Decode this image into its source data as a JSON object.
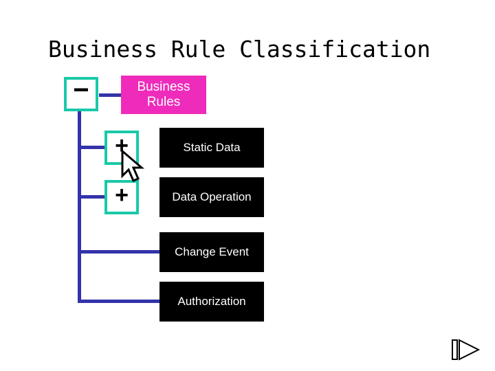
{
  "slide": {
    "title": "Business Rule Classification",
    "background_color": "#ffffff"
  },
  "colors": {
    "root_box": "#ee2bbb",
    "child_box": "#000000",
    "connector": "#3333aa",
    "toggle_border": "#19c9a8",
    "text_on_box": "#ffffff",
    "title_text": "#000000"
  },
  "tree": {
    "root": {
      "label": "Business Rules",
      "toggle": "−",
      "toggle_state": "expanded"
    },
    "children": [
      {
        "label": "Static Data",
        "toggle": "+",
        "toggle_state": "collapsed"
      },
      {
        "label": "Data Operation",
        "toggle": "+",
        "toggle_state": "collapsed"
      },
      {
        "label": "Change Event",
        "toggle": "",
        "toggle_state": "leaf"
      },
      {
        "label": "Authorization",
        "toggle": "",
        "toggle_state": "leaf"
      }
    ]
  },
  "cursor": {
    "icon": "mouse-pointer-icon"
  },
  "nav": {
    "icon": "play-next-icon"
  }
}
